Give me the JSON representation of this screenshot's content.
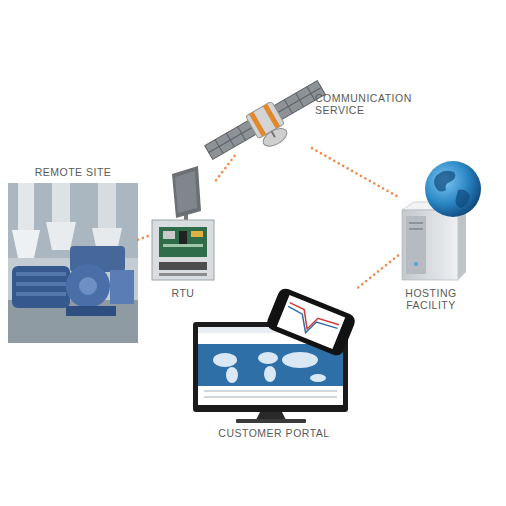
{
  "diagram": {
    "nodes": [
      {
        "text": [
          "COMMUNICATION SERVICE"
        ]
      },
      {
        "text": [
          "REMOTE SITE"
        ]
      },
      {
        "text": [
          "RTU"
        ]
      },
      {
        "text": [
          "HOSTING FACILITY"
        ]
      },
      {
        "text": [
          "CUSTOMER PORTAL"
        ]
      }
    ],
    "edges": [
      {
        "from": 1,
        "to": 2,
        "arrow": "none"
      },
      {
        "from": 2,
        "to": 0,
        "arrow": "none"
      },
      {
        "from": 0,
        "to": 3,
        "arrow": "none"
      },
      {
        "from": 3,
        "to": 4,
        "arrow": "none"
      }
    ]
  }
}
